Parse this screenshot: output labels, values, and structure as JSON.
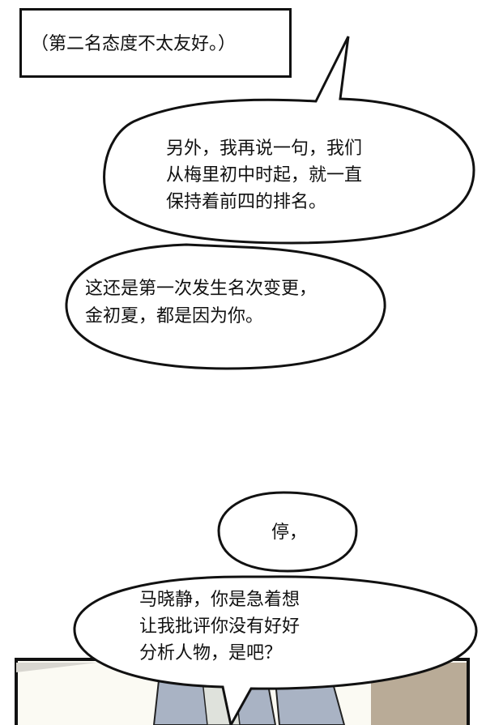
{
  "narration_box": {
    "text": "（第二名态度不太友好。）"
  },
  "bubbles": [
    {
      "lines": [
        "另外，我再说一句，我们",
        "从梅里初中时起，就一直",
        "保持着前四的排名。"
      ]
    },
    {
      "lines": [
        "这还是第一次发生名次变更，",
        "金初夏，都是因为你。"
      ]
    },
    {
      "lines": [
        "停，"
      ]
    },
    {
      "lines": [
        "马晓静，你是急着想",
        "让我批评你没有好好",
        "分析人物，是吧？"
      ]
    }
  ]
}
